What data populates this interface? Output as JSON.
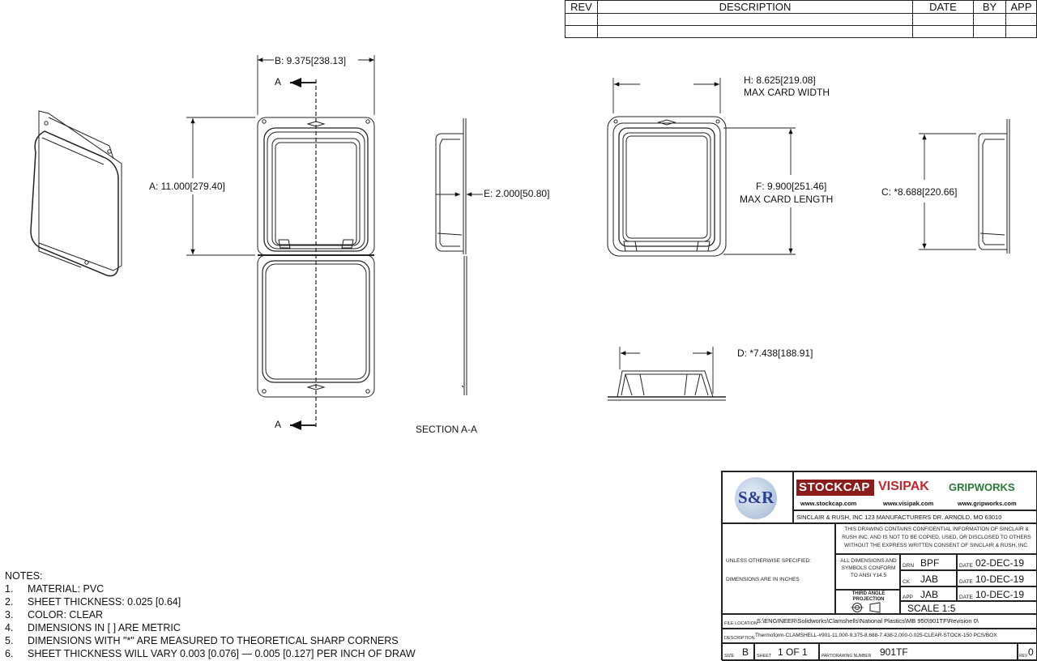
{
  "revision_table": {
    "headers": [
      "REV",
      "DESCRIPTION",
      "DATE",
      "BY",
      "APP"
    ]
  },
  "dimensions": {
    "b": "B: 9.375",
    "b_metric": "238.13",
    "a": "A: 11.000",
    "a_metric": "279.40",
    "e": "E: 2.000",
    "e_metric": "50.80",
    "h": "H: 8.625",
    "h_metric": "219.08",
    "h_note": "MAX CARD WIDTH",
    "f": "F: 9.900",
    "f_metric": "251.46",
    "f_note": "MAX CARD LENGTH",
    "c": "C: *8.688",
    "c_metric": "220.66",
    "d": "D: *7.438",
    "d_metric": "188.91"
  },
  "section_marker": "A",
  "section_label": "SECTION A-A",
  "notes": {
    "heading": "NOTES:",
    "items": [
      {
        "num": "1.",
        "text": "MATERIAL: PVC"
      },
      {
        "num": "2.",
        "text": "SHEET THICKNESS:  0.025 [0.64]"
      },
      {
        "num": "3.",
        "text": "COLOR: CLEAR"
      },
      {
        "num": "4.",
        "text": "DIMENSIONS IN [ ] ARE METRIC"
      },
      {
        "num": "5.",
        "text": "DIMENSIONS WITH \"*\" ARE MEASURED TO THEORETICAL SHARP CORNERS"
      },
      {
        "num": "6.",
        "text": "SHEET THICKNESS WILL VARY 0.003 [0.076] — 0.005 [0.127] PER INCH OF DRAW"
      }
    ]
  },
  "title_block": {
    "logo_sr": "S&R",
    "brand_stockcap": "STOCKCAP",
    "brand_visipak": "VISIPAK",
    "brand_gripworks": "GRIPWORKS",
    "url_stockcap": "www.stockcap.com",
    "url_visipak": "www.visipak.com",
    "url_gripworks": "www.gripworks.com",
    "company_address": "SINCLAIR & RUSH, INC 123 MANUFACTURERS DR. ARNOLD, MO 63010",
    "confidential": "THIS DRAWING CONTAINS CONFIDENTIAL INFORMATION OF SINCLAIR & RUSH INC. AND IS NOT TO BE COPIED, USED, OR DISCLOSED TO OTHERS WITHOUT THE EXPRESS WRITTEN CONSENT OF SINCLAIR & RUSH, INC.",
    "unless_specified": "UNLESS OTHERWISE SPECIFIED:",
    "dims_in_inches": "DIMENSIONS ARE IN INCHES",
    "conform": "ALL DIMENSIONS AND SYMBOLS CONFORM TO ANSI Y14.5",
    "third_angle": "THIRD ANGLE PROJECTION",
    "drn_label": "DRN",
    "drn": "BPF",
    "chk_label": "CK",
    "chk": "JAB",
    "app_label": "APP",
    "app": "JAB",
    "date_label": "DATE",
    "date_drn": "02-DEC-19",
    "date_chk": "10-DEC-19",
    "date_app": "10-DEC-19",
    "scale": "SCALE 1:5",
    "file_location_label": "FILE LOCATION",
    "file_location": "S:\\ENGINEER\\Solidworks\\Clamshells\\National Plastics\\MB 950\\901TF\\Revision 0\\",
    "description_label": "DESCRIPTION",
    "description": "Thermoform-CLAMSHELL-#901-11.000-9.375-8.688-7.438-2.000-0.025-CLEAR-STOCK-150 PCS/BOX",
    "size_label": "SIZE",
    "size": "B",
    "sheet_label": "SHEET",
    "sheet": "1 OF 1",
    "part_label": "PART/DRAWING NUMBER",
    "part": "901TF",
    "rev_label": "REV",
    "rev": "0"
  }
}
